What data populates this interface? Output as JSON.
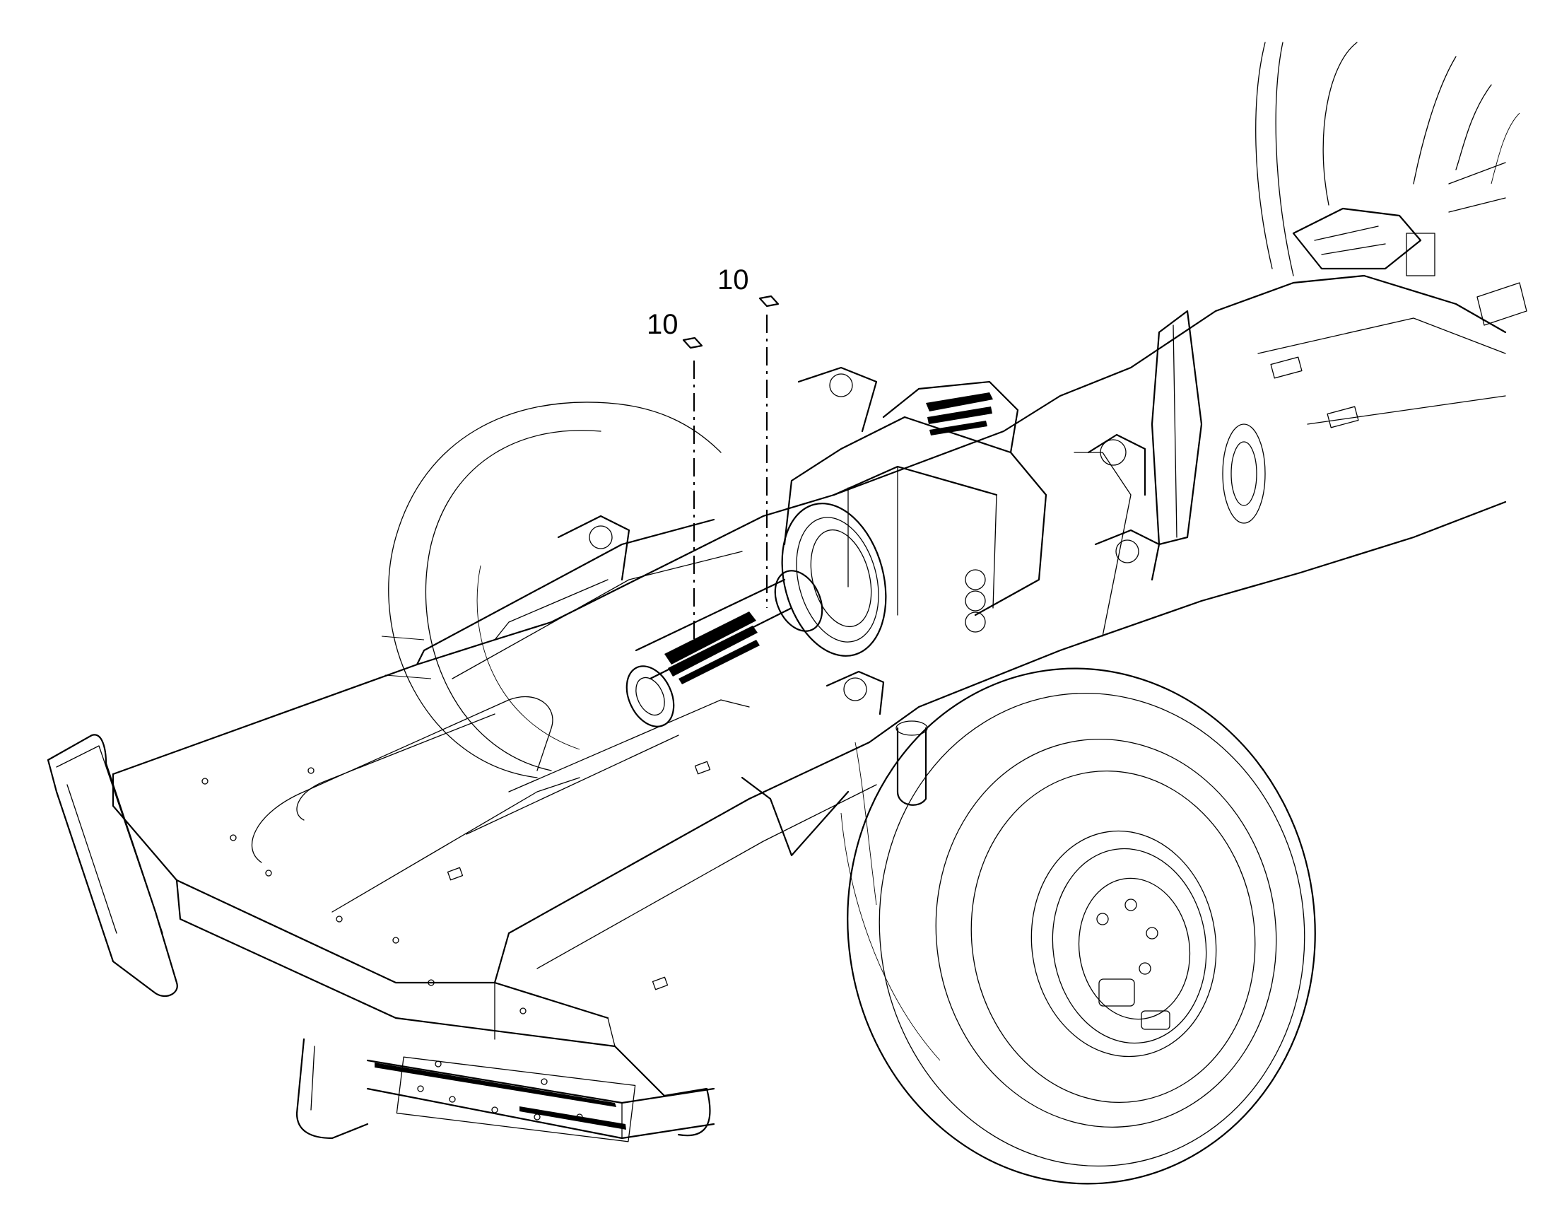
{
  "callouts": [
    {
      "id": "callout-left",
      "label": "10"
    },
    {
      "id": "callout-right",
      "label": "10"
    }
  ],
  "colors": {
    "line": "#000000",
    "background": "#ffffff"
  }
}
